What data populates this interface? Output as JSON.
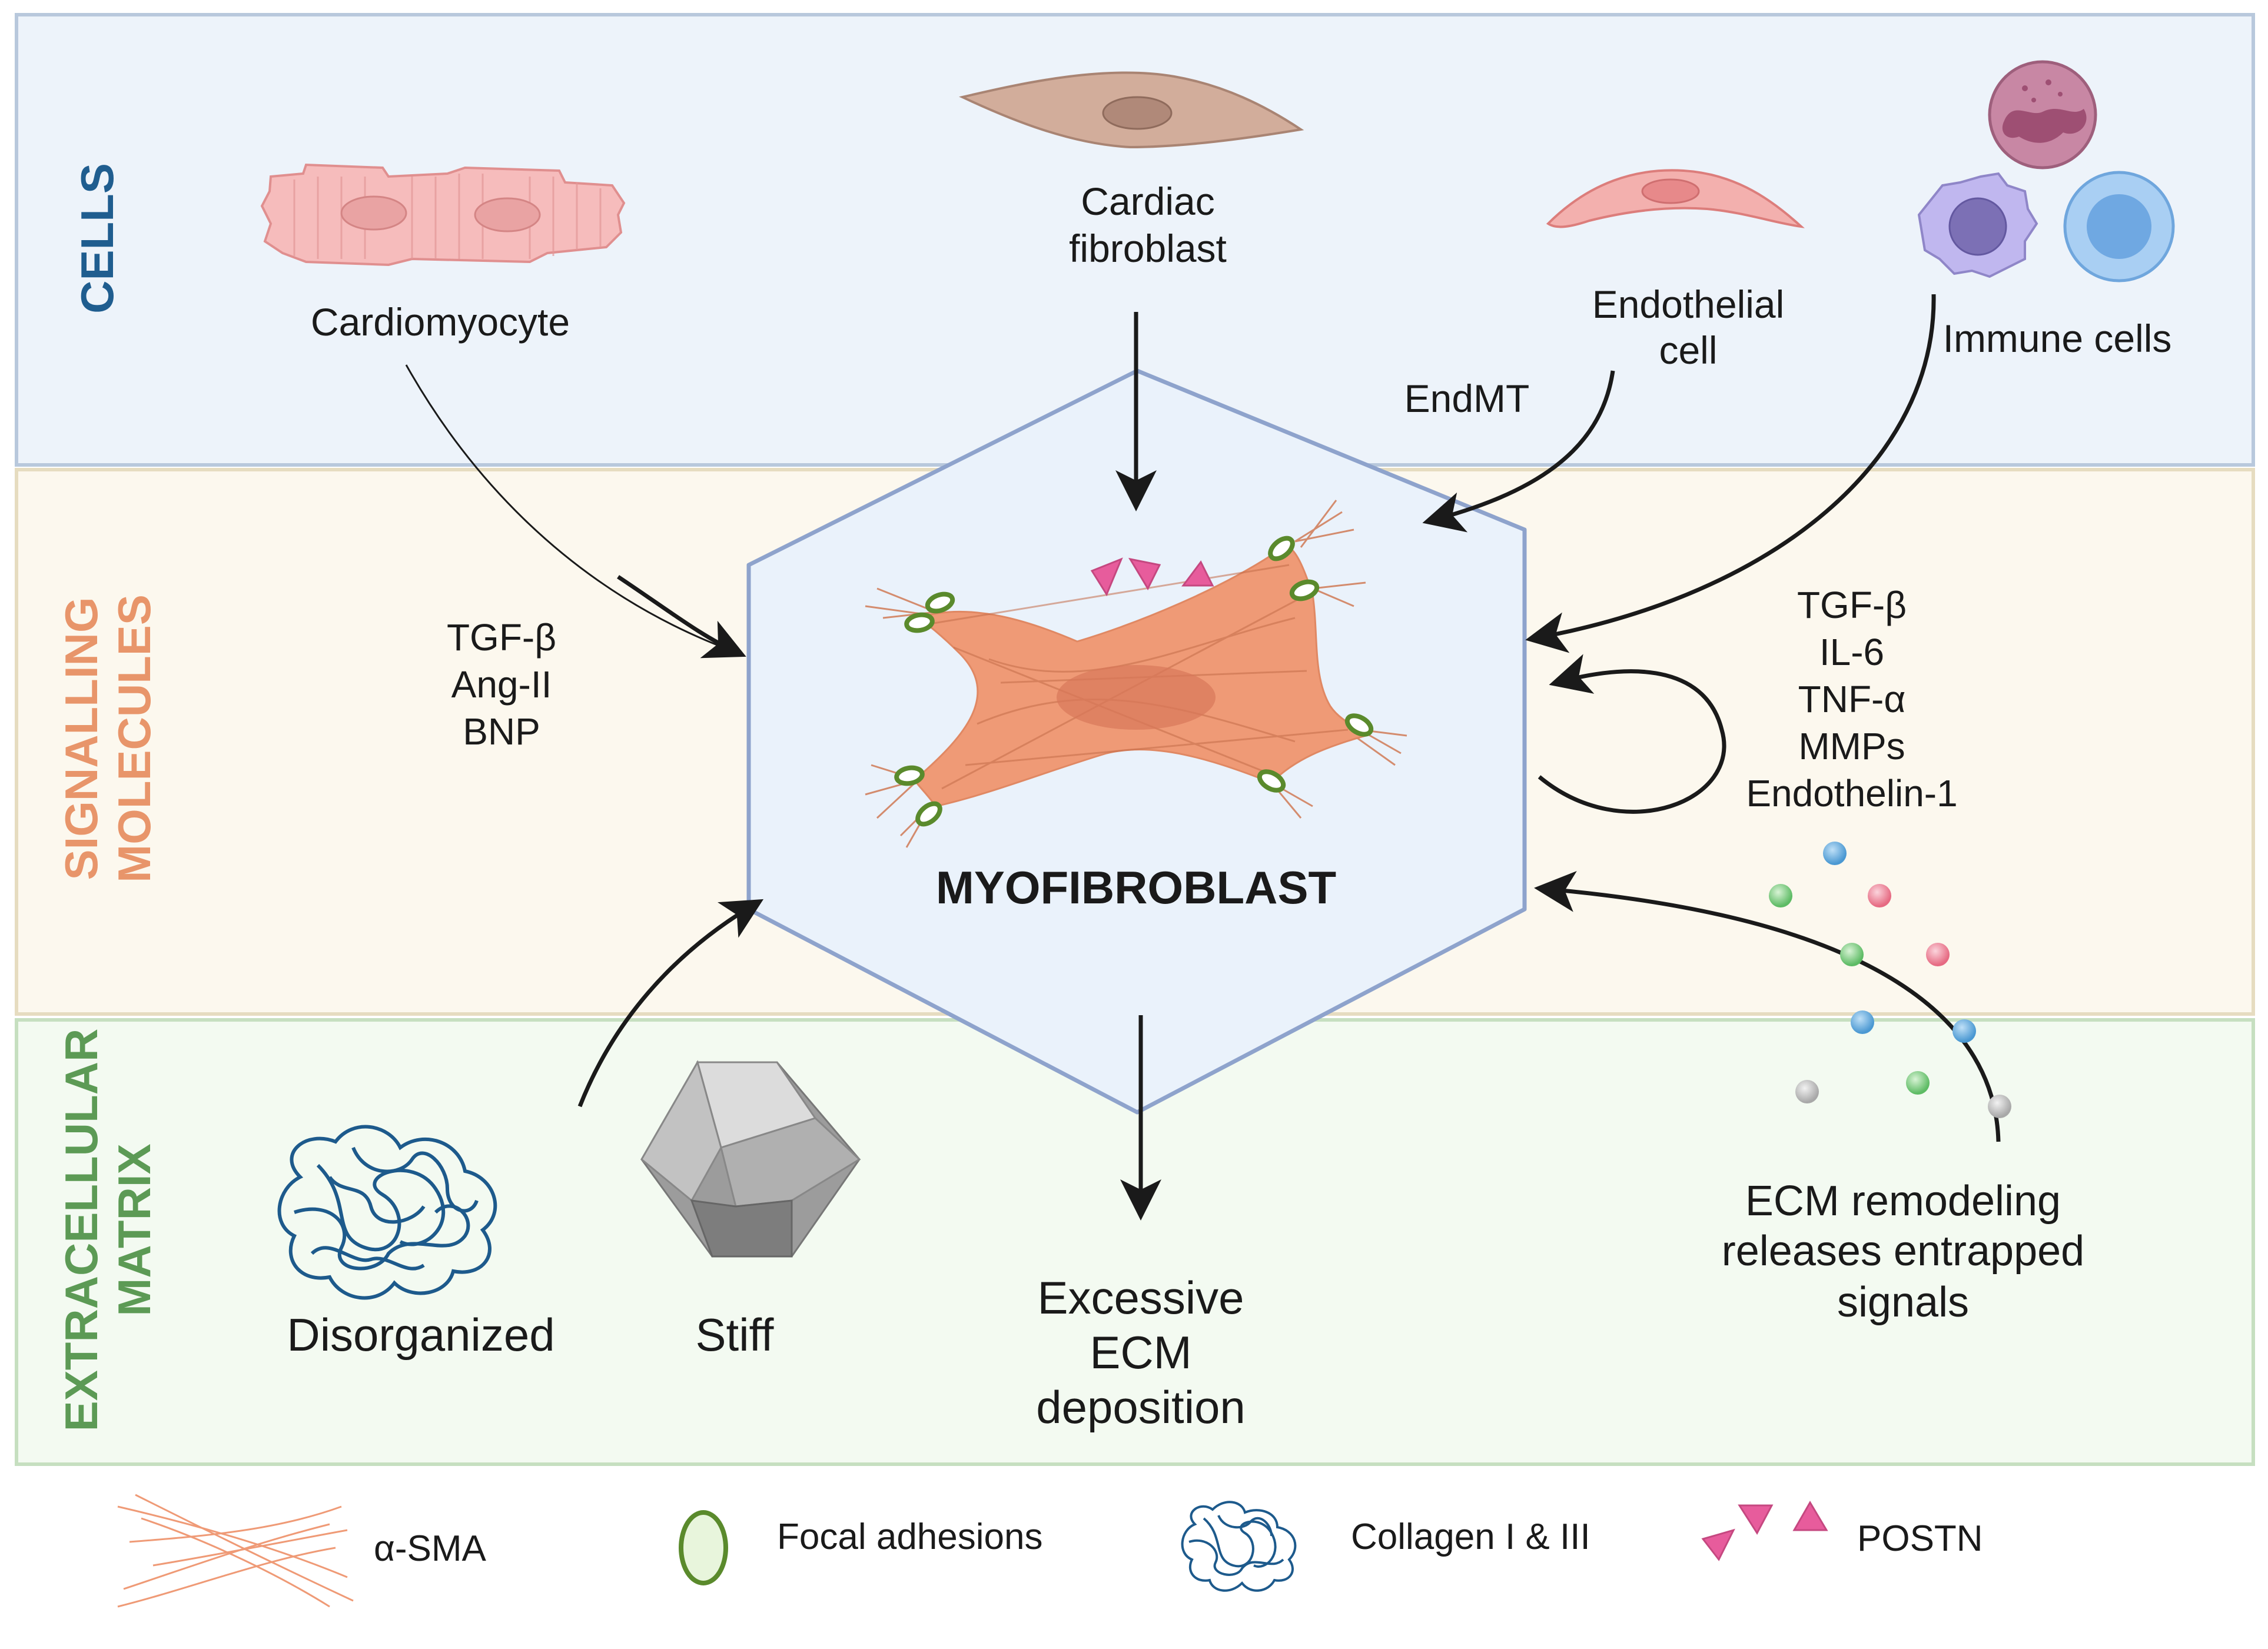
{
  "bands": {
    "cells": {
      "label": "CELLS",
      "color": "#1f5d8f",
      "bg": "#edf3fa",
      "border": "#b8c8dc"
    },
    "signalling": {
      "label_line1": "SIGNALLING",
      "label_line2": "MOLECULES",
      "color": "#e8956a",
      "bg": "#fcf8ee",
      "border": "#e6dcc0"
    },
    "ecm": {
      "label_line1": "EXTRACELLULAR",
      "label_line2": "MATRIX",
      "color": "#5c9a55",
      "bg": "#f3faf1",
      "border": "#c6dfc0"
    }
  },
  "cells": {
    "cardiomyocyte": "Cardiomyocyte",
    "fibroblast_line1": "Cardiac",
    "fibroblast_line2": "fibroblast",
    "endothelial_line1": "Endothelial",
    "endothelial_line2": "cell",
    "endmt": "EndMT",
    "immune": "Immune cells"
  },
  "center": {
    "title": "MYOFIBROBLAST",
    "hex_fill": "#eaf2fb",
    "hex_border": "#8ea3cc",
    "cell_color": "#ef9a76"
  },
  "signals_left": [
    "TGF-β",
    "Ang-II",
    "BNP"
  ],
  "signals_right": [
    "TGF-β",
    "IL-6",
    "TNF-α",
    "MMPs",
    "Endothelin-1"
  ],
  "ecm": {
    "disorganized": "Disorganized",
    "stiff": "Stiff",
    "excessive_line1": "Excessive",
    "excessive_line2": "ECM",
    "excessive_line3": "deposition",
    "remodel_line1": "ECM remodeling",
    "remodel_line2": "releases entrapped",
    "remodel_line3": "signals"
  },
  "legend": {
    "asma": "α-SMA",
    "focal": "Focal adhesions",
    "collagen": "Collagen I & III",
    "postn": "POSTN"
  },
  "icons": {
    "focal_color": "#5a8a2c",
    "postn_color": "#e75c9c",
    "collagen_color": "#1d5a8c"
  }
}
